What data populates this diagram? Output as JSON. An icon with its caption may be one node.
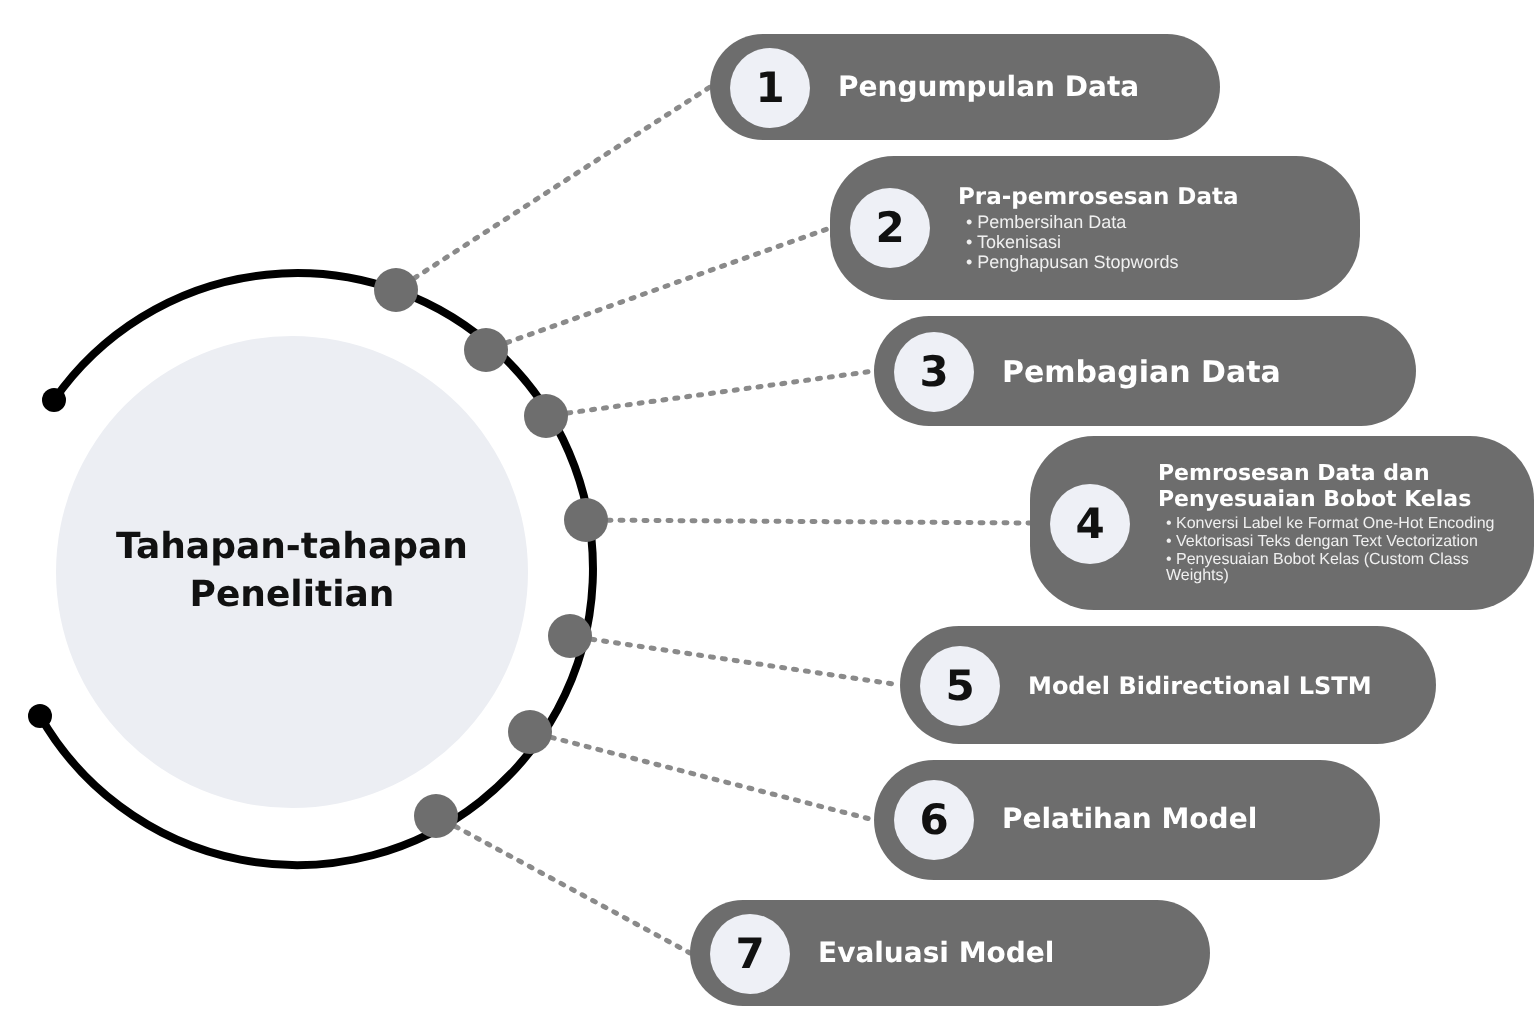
{
  "diagram": {
    "nodes": [
      {
        "text": [
          "Tahapan-tahapan Penelitian"
        ]
      },
      {
        "text": [
          "1",
          "Pengumpulan Data"
        ]
      },
      {
        "text": [
          "2",
          "Pra-pemrosesan Data",
          "• Pembersihan Data",
          "• Tokenisasi",
          "• Penghapusan Stopwords"
        ]
      },
      {
        "text": [
          "3",
          "Pembagian Data"
        ]
      },
      {
        "text": [
          "4",
          "Pemrosesan Data dan Penyesuaian Bobot Kelas",
          "• Konversi Label ke Format One-Hot Encoding",
          "• Vektorisasi Teks dengan Text Vectorization",
          "• Penyesuaian Bobot Kelas (Custom Class Weights)"
        ]
      },
      {
        "text": [
          "5",
          "Model Bidirectional LSTM"
        ]
      },
      {
        "text": [
          "6",
          "Pelatihan Model"
        ]
      },
      {
        "text": [
          "7",
          "Evaluasi Model"
        ]
      },
      {
        "text": [],
        "shape": "circle"
      },
      {
        "text": [],
        "shape": "circle"
      },
      {
        "text": [],
        "shape": "circle"
      },
      {
        "text": [],
        "shape": "circle"
      },
      {
        "text": [],
        "shape": "circle"
      },
      {
        "text": [],
        "shape": "circle"
      },
      {
        "text": [],
        "shape": "circle"
      }
    ],
    "edges": [
      {
        "from": 8,
        "to": 1,
        "arrow": "none",
        "style": "dashed"
      },
      {
        "from": 9,
        "to": 2,
        "arrow": "none",
        "style": "dashed"
      },
      {
        "from": 10,
        "to": 3,
        "arrow": "none",
        "style": "dashed"
      },
      {
        "from": 11,
        "to": 4,
        "arrow": "none",
        "style": "dashed"
      },
      {
        "from": 12,
        "to": 5,
        "arrow": "none",
        "style": "dashed"
      },
      {
        "from": 13,
        "to": 6,
        "arrow": "none",
        "style": "dashed"
      },
      {
        "from": 14,
        "to": 7,
        "arrow": "none",
        "style": "dashed"
      }
    ]
  }
}
